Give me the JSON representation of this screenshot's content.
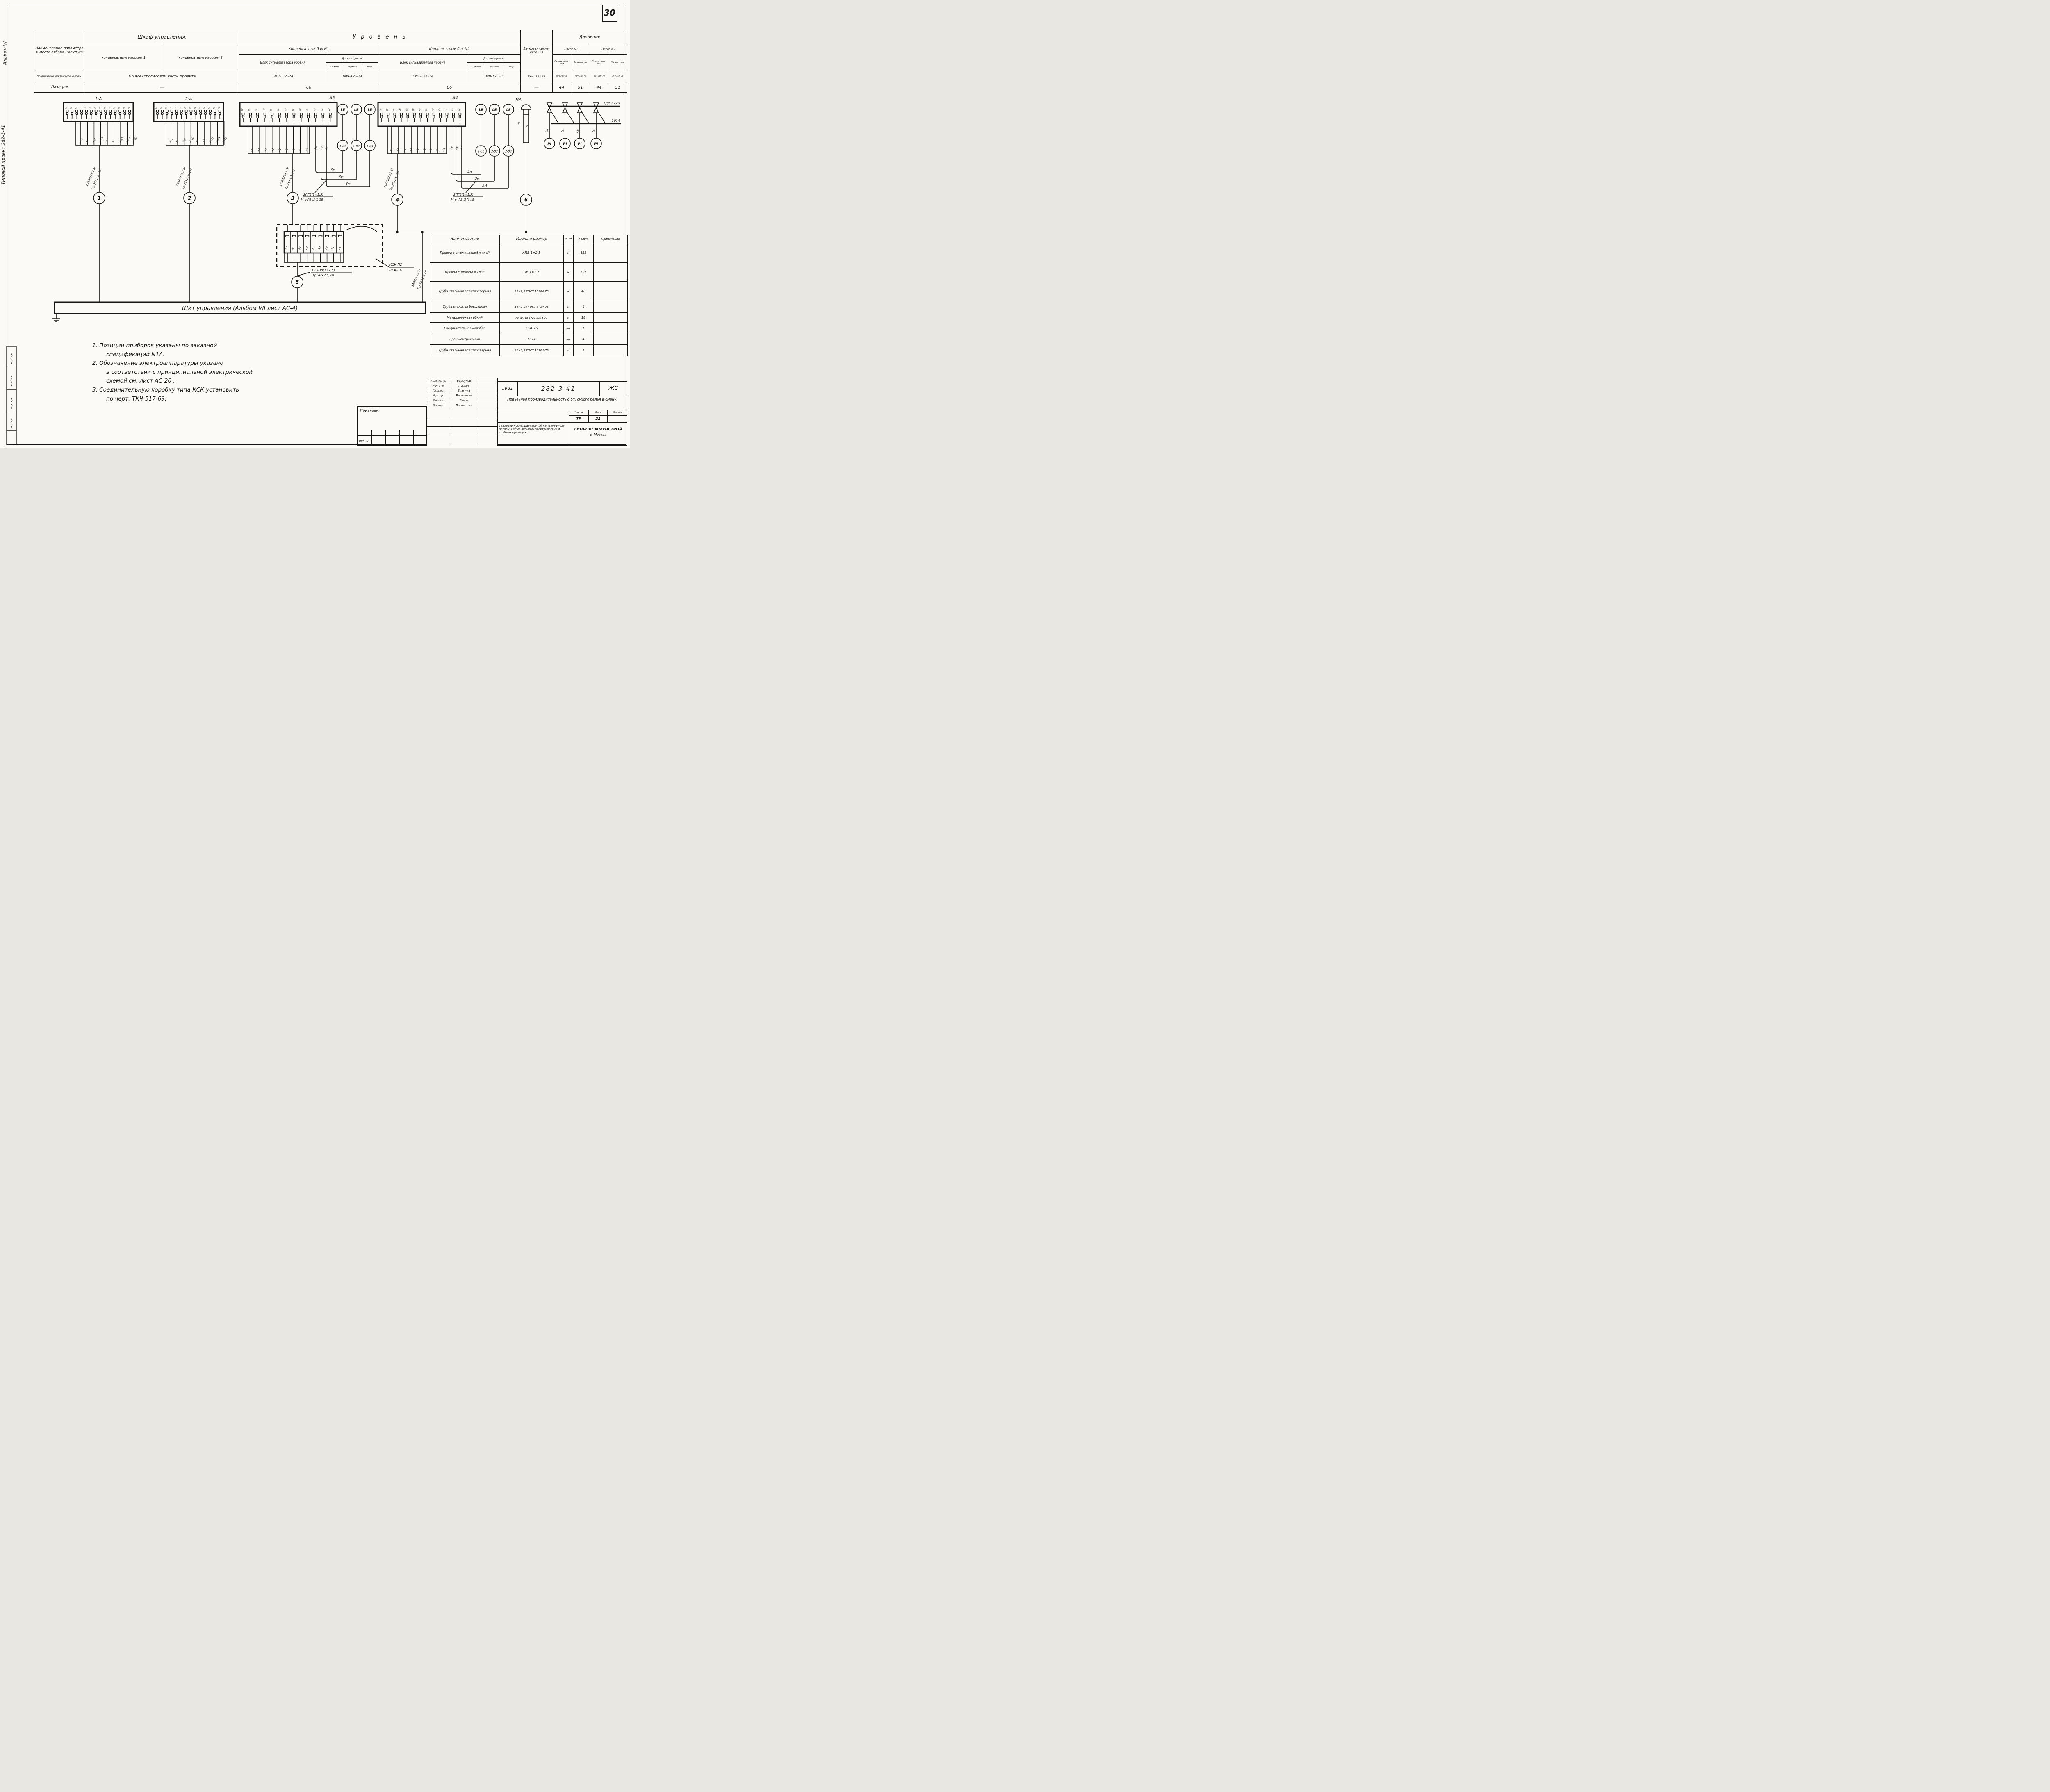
{
  "page": {
    "number": "30",
    "album_side": "Альбом VI",
    "project_side": "Типовой проект 282-3-41"
  },
  "param_table": {
    "col_param": "Наименование параметра и место отбора импульса",
    "row_mount": "Обозначение мон­тажного чертеж.",
    "row_pos": "Позиция",
    "cabinet": {
      "title": "Шкаф  управления.",
      "pump1": "конденсатным насосом 1",
      "pump2": "конденсатным насосом 2",
      "mount": "По электросиловой  части  проекта",
      "pos": "—"
    },
    "level": {
      "title": "У р о в е н ь",
      "tank1": "Конденсатный  бак  N1",
      "tank2": "Конденсатный  бак  N2",
      "block": "Блок сигнализатора уровня",
      "sensor": "Датчик уровня",
      "low": "Нижний",
      "high": "Верхний",
      "alarm": "Авар.",
      "block_model": "ТМЧ-134-74",
      "sensor_model": "ТМЧ-125-74",
      "pos1": "66",
      "pos2": "66"
    },
    "sound": {
      "title": "Звуко­вая сигна­лизация",
      "model": "ТКЧ-1323-69",
      "pos": "—"
    },
    "pressure": {
      "title": "Давление",
      "pump1": "Насос N1",
      "pump2": "Насос N2",
      "before": "Перед насо­сом",
      "after": "За насо­сом",
      "model": "ТКЧ-31М-70",
      "pos1": "44",
      "pos2": "51",
      "pos3": "44",
      "pos4": "51"
    }
  },
  "schematic": {
    "blocks": {
      "b1": {
        "name": "1-А",
        "terminals": [
          "23",
          "25",
          "27",
          "1",
          "3",
          "5",
          "7",
          "9",
          "11",
          "13",
          "15",
          "17",
          "19",
          "21"
        ],
        "wires": [
          "1-1",
          "N",
          "1-3",
          "1-13",
          "7",
          "9",
          "1-25",
          "1-23",
          "1-29"
        ],
        "cable_line1": "10АПВ(1×2,5)",
        "cable_line2": "Тр.26×2,5; 2м",
        "circle": "1"
      },
      "b2": {
        "name": "2-А",
        "terminals": [
          "23",
          "25",
          "27",
          "1",
          "3",
          "5",
          "7",
          "9",
          "11",
          "13",
          "15",
          "17",
          "19",
          "21"
        ],
        "wires": [
          "2-1",
          "N",
          "2-5",
          "2-19",
          "9",
          "11",
          "2-25",
          "2-29",
          "2-33"
        ],
        "cable_line1": "10АПВ(1×2,5)",
        "cable_line2": "Тр.26×2,5;12м",
        "circle": "2"
      },
      "b3": {
        "name": "А3",
        "terminals": [
          "9б",
          "0с",
          "0а",
          "7б",
          "9с",
          "8б",
          "8с",
          "8а",
          "4б",
          "4с",
          "1с",
          "1в",
          "1б"
        ],
        "wires": [
          "N",
          "17",
          "17",
          "11",
          "21",
          "23",
          "25",
          "3",
          "33"
        ],
        "tail_wires": [
          "27",
          "29",
          "31"
        ],
        "cable_line1": "10ПГВ(1×1,5)",
        "cable_line2": "Тр.26×2,5; 2м",
        "circle": "3"
      },
      "b4": {
        "name": "А4",
        "terminals": [
          "3б",
          "0с",
          "0а",
          "7б",
          "8с",
          "8б",
          "9с",
          "8а",
          "4б",
          "4с",
          "1с",
          "1в",
          "1б"
        ],
        "wires": [
          "N",
          "19",
          "19",
          "19",
          "21",
          "23",
          "24",
          "3",
          "39"
        ],
        "tail_wires": [
          "33",
          "35",
          "37"
        ],
        "cable_line1": "10ПГВ(1×1,5)",
        "cable_line2": "Тр.26×2,5; 5м",
        "circle": "4"
      }
    },
    "le_bank1": {
      "le": "LE",
      "ids": [
        "1-01",
        "1-02",
        "1-03"
      ],
      "seg": "3м",
      "cable_line1": "2ПГВ(1×1,5)",
      "cable_line2": "М.р Р3-Ц-Х-18"
    },
    "le_bank2": {
      "le": "LE",
      "ids": [
        "2-01",
        "2-02",
        "2-03"
      ],
      "seg": "3м",
      "cable_line1": "2ПГВ(1×1,5)",
      "cable_line2": "М.р. Р3-Ц-Х-18"
    },
    "kck": {
      "terminals": [
        "17",
        "N",
        "21",
        "23",
        "3",
        "33",
        "19",
        "24",
        "25"
      ],
      "name": "КСК N2",
      "type": "КСК-16",
      "cable_line1": "10 АПВ(1×2,5)",
      "cable_line2": "Тр.26×2,5;9м",
      "circle": "5"
    },
    "riser": {
      "line1": "3АПВ(1×2,5)",
      "line2": "Т.р.20×2,5;1м"
    },
    "ha": {
      "name": "НА",
      "label1": "41",
      "label2": "N",
      "circle": "6"
    },
    "manifold": {
      "feed": "ТдМч-220",
      "valve_no": "1014",
      "drop": "1м",
      "gauge": "PI"
    },
    "panel": "Щит   управления    (Альбом  VII  лист  АС-4)"
  },
  "materials": {
    "headers": [
      "Наименование",
      "Марка и размер",
      "Ед. изм",
      "Колич.",
      "Примечание"
    ],
    "rows": [
      {
        "n": "Провод с алюминиевой жилой",
        "m": "АПВ 1×2,5",
        "u": "м",
        "q": "633",
        "note": ""
      },
      {
        "n": "Провод с медной жилой",
        "m": "ПВ 1×1,5",
        "u": "м",
        "q": "106",
        "note": ""
      },
      {
        "n": "Труба стальная электросварная",
        "m": "26×2,5 ГОСТ 10704-76",
        "u": "м",
        "q": "40",
        "note": ""
      },
      {
        "n": "Труба стальная бесшовная",
        "m": "14×2-20 ГОСТ 8734-75",
        "u": "м",
        "q": "4",
        "note": ""
      },
      {
        "n": "Металлорукав гибкий",
        "m": "Р3-ЦХ-18 ТУ22-2173-71",
        "u": "м",
        "q": "18",
        "note": ""
      },
      {
        "n": "Соединительная коробка",
        "m": "КСК-16",
        "u": "шт",
        "q": "1",
        "note": ""
      },
      {
        "n": "Кран контрольный",
        "m": "1014",
        "u": "шт",
        "q": "4",
        "note": ""
      },
      {
        "n": "Труба стальная электросварная",
        "m": "20×2,5 ГОСТ 10704-76",
        "u": "м",
        "q": "1",
        "note": ""
      }
    ]
  },
  "notes": [
    "1.    Позиции  приборов  указаны  по  заказной",
    "спецификации N1А.",
    "2.    Обозначение  электроаппаратуры  указано",
    "в соответствии с принципиальной электрической",
    "схемой  см. лист    АС-20 .",
    "3.    Соединительную  коробку  типа  КСК установить",
    "по черт:  ТКЧ-517-69."
  ],
  "titleblock": {
    "roles": [
      {
        "r": "Гл.инж.пр.",
        "n": "Барсуков"
      },
      {
        "r": "Нач.отд.",
        "n": "Пупков"
      },
      {
        "r": "Гл.спец.",
        "n": "Елагина"
      },
      {
        "r": "Рук. гр.",
        "n": "Василевич"
      },
      {
        "r": "Проект.",
        "n": "Тарон"
      },
      {
        "r": "Провер.",
        "n": "Василевич"
      }
    ],
    "year": "1981",
    "doc": "282-3-41",
    "mark": "ЖС",
    "object": "Прачечная производительностью 5т. сухого белья в смену.",
    "stage_h1": "Стадия",
    "stage_h2": "Лист",
    "stage_h3": "Листов",
    "stage": "ТР",
    "sheet": "21",
    "sheets": "",
    "desc": "Тепловой пункт.(Вариант I,II) Конденсатные насосы. Схема внешних электрических и трубных проводок",
    "org": "ГИПРОКОММУНСТРОЙ",
    "city": "с. Москва",
    "bind_label": "Привязан:",
    "inv_label": "Инв. N:"
  }
}
